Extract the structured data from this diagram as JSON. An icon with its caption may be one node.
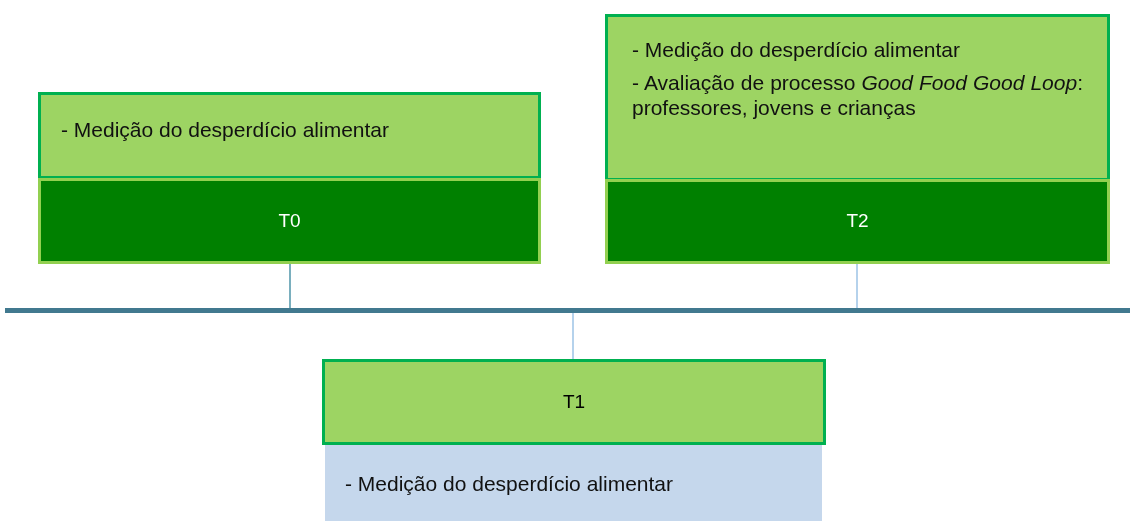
{
  "diagram": {
    "nodes": [
      {
        "text": [
          "- Medição do desperdício alimentar"
        ]
      },
      {
        "text": [
          "T0"
        ]
      },
      {
        "text": [
          "- Medição do desperdício alimentar",
          "- Avaliação de processo *Good Food Good Loop*: professores, jovens e crianças"
        ]
      },
      {
        "text": [
          "T2"
        ]
      },
      {
        "text": [],
        "shape": "bar"
      },
      {
        "text": [
          "T1"
        ]
      },
      {
        "text": [
          "- Medição do desperdício alimentar"
        ]
      }
    ],
    "edges": [
      {
        "from": 1,
        "to": 4,
        "arrow": "none",
        "color": "#4e95a8"
      },
      {
        "from": 3,
        "to": 4,
        "arrow": "none"
      },
      {
        "from": 5,
        "to": 4,
        "arrow": "none"
      }
    ]
  }
}
